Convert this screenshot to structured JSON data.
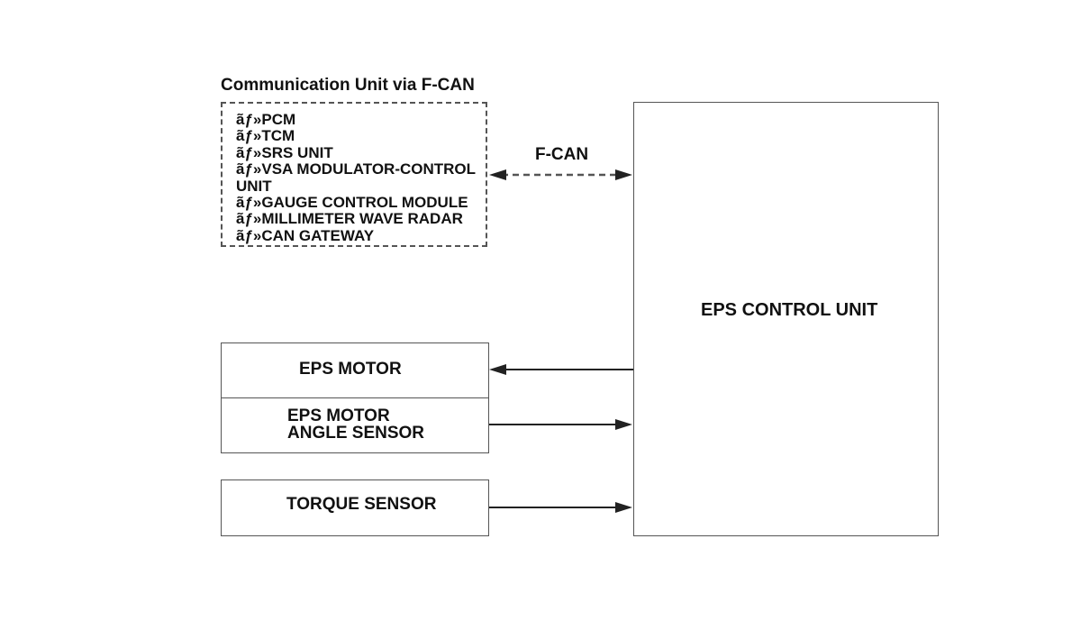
{
  "communication": {
    "title": "Communication Unit via F-CAN",
    "items": [
      "ãƒ»PCM",
      "ãƒ»TCM",
      "ãƒ»SRS UNIT",
      "ãƒ»VSA MODULATOR-CONTROL",
      "UNIT",
      "ãƒ»GAUGE CONTROL MODULE",
      "ãƒ»MILLIMETER WAVE RADAR",
      "ãƒ»CAN GATEWAY"
    ]
  },
  "link": {
    "label": "F-CAN"
  },
  "ecu": {
    "label": "EPS CONTROL UNIT"
  },
  "components": {
    "eps_motor": "EPS MOTOR",
    "angle_sensor_line1": "EPS MOTOR",
    "angle_sensor_line2": "ANGLE SENSOR",
    "torque_sensor": "TORQUE SENSOR"
  }
}
